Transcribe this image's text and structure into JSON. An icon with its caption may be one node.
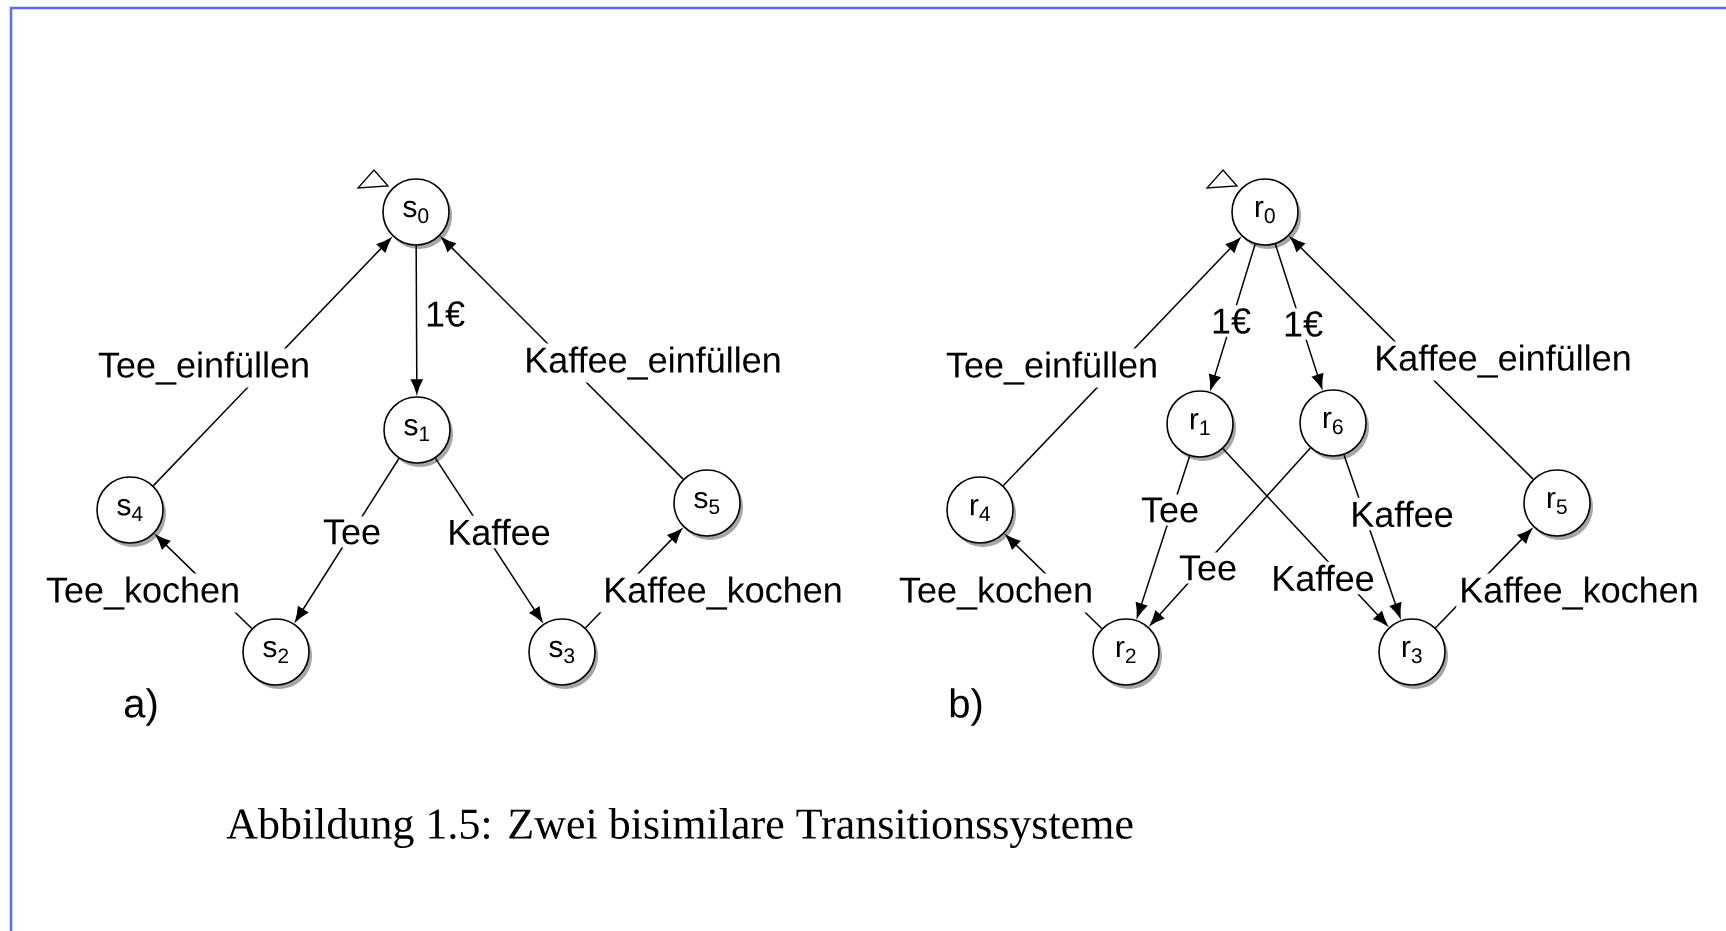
{
  "diagram": {
    "caption": "Abbildung 1.5: Zwei bisimilare Transitionssysteme",
    "nodes": [
      {
        "text": [
          "s$_{0}$"
        ]
      },
      {
        "text": [
          "s$_{1}$"
        ]
      },
      {
        "text": [
          "s$_{4}$"
        ]
      },
      {
        "text": [
          "s$_{5}$"
        ]
      },
      {
        "text": [
          "s$_{2}$"
        ]
      },
      {
        "text": [
          "s$_{3}$"
        ]
      },
      {
        "text": [
          "r$_{0}$"
        ]
      },
      {
        "text": [
          "r$_{1}$"
        ]
      },
      {
        "text": [
          "r$_{6}$"
        ]
      },
      {
        "text": [
          "r$_{4}$"
        ]
      },
      {
        "text": [
          "r$_{5}$"
        ]
      },
      {
        "text": [
          "r$_{2}$"
        ]
      },
      {
        "text": [
          "r$_{3}$"
        ]
      }
    ],
    "edges": [
      {
        "from": 0,
        "to": 1,
        "arrow": "to",
        "label": "1€"
      },
      {
        "from": 1,
        "to": 4,
        "arrow": "to",
        "label": "Tee"
      },
      {
        "from": 1,
        "to": 5,
        "arrow": "to",
        "label": "Kaffee"
      },
      {
        "from": 4,
        "to": 2,
        "arrow": "to",
        "label": "Tee_kochen"
      },
      {
        "from": 5,
        "to": 3,
        "arrow": "to",
        "label": "Kaffee_kochen"
      },
      {
        "from": 2,
        "to": 0,
        "arrow": "to",
        "label": "Tee_einfüllen"
      },
      {
        "from": 3,
        "to": 0,
        "arrow": "to",
        "label": "Kaffee_einfüllen"
      },
      {
        "from": 6,
        "to": 7,
        "arrow": "to",
        "label": "1€"
      },
      {
        "from": 6,
        "to": 8,
        "arrow": "to",
        "label": "1€"
      },
      {
        "from": 7,
        "to": 11,
        "arrow": "to",
        "label": "Tee"
      },
      {
        "from": 7,
        "to": 12,
        "arrow": "to",
        "label": "Kaffee"
      },
      {
        "from": 8,
        "to": 11,
        "arrow": "to",
        "label": "Tee"
      },
      {
        "from": 8,
        "to": 12,
        "arrow": "to",
        "label": "Kaffee"
      },
      {
        "from": 11,
        "to": 9,
        "arrow": "to",
        "label": "Tee_kochen"
      },
      {
        "from": 12,
        "to": 10,
        "arrow": "to",
        "label": "Kaffee_kochen"
      },
      {
        "from": 9,
        "to": 6,
        "arrow": "to",
        "label": "Tee_einfüllen"
      },
      {
        "from": 10,
        "to": 6,
        "arrow": "to",
        "label": "Kaffee_einfüllen"
      }
    ],
    "labels": [
      "a)",
      "b)"
    ]
  }
}
